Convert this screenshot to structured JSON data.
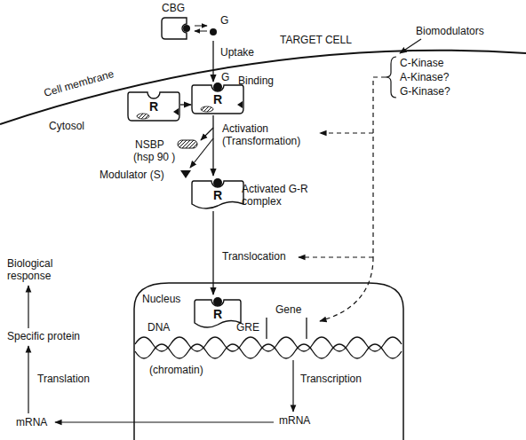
{
  "diagram": {
    "nodes": [
      {
        "text": [
          "CBG"
        ]
      },
      {
        "text": [
          "R"
        ]
      },
      {
        "text": [
          "R"
        ]
      },
      {
        "text": [
          "R"
        ]
      },
      {
        "text": [
          "Nucleus"
        ]
      },
      {
        "text": [
          "R"
        ],
        "in": 4
      }
    ],
    "edges": [
      {
        "from": 0,
        "to": 2,
        "arrow": "to",
        "label": "Uptake"
      },
      {
        "from": 1,
        "to": 2,
        "arrow": "to"
      },
      {
        "from": 2,
        "to": 3,
        "arrow": "to",
        "label": "Activation (Transformation)"
      },
      {
        "from": 3,
        "to": 5,
        "arrow": "to",
        "label": "Translocation"
      }
    ],
    "labels": [
      "Cell membrane",
      "TARGET CELL",
      "G",
      "G",
      "Binding",
      "Cytosol",
      "Biomodulators",
      "C-Kinase",
      "A-Kinase?",
      "G-Kinase?",
      "NSBP",
      "(hsp 90 )",
      "Modulator (S)",
      "Activated G-R complex",
      "Gene",
      "DNA",
      "GRE",
      "(chromatin)",
      "Transcription",
      "mRNA",
      "Biological response",
      "Specific protein",
      "Translation",
      "mRNA"
    ]
  }
}
